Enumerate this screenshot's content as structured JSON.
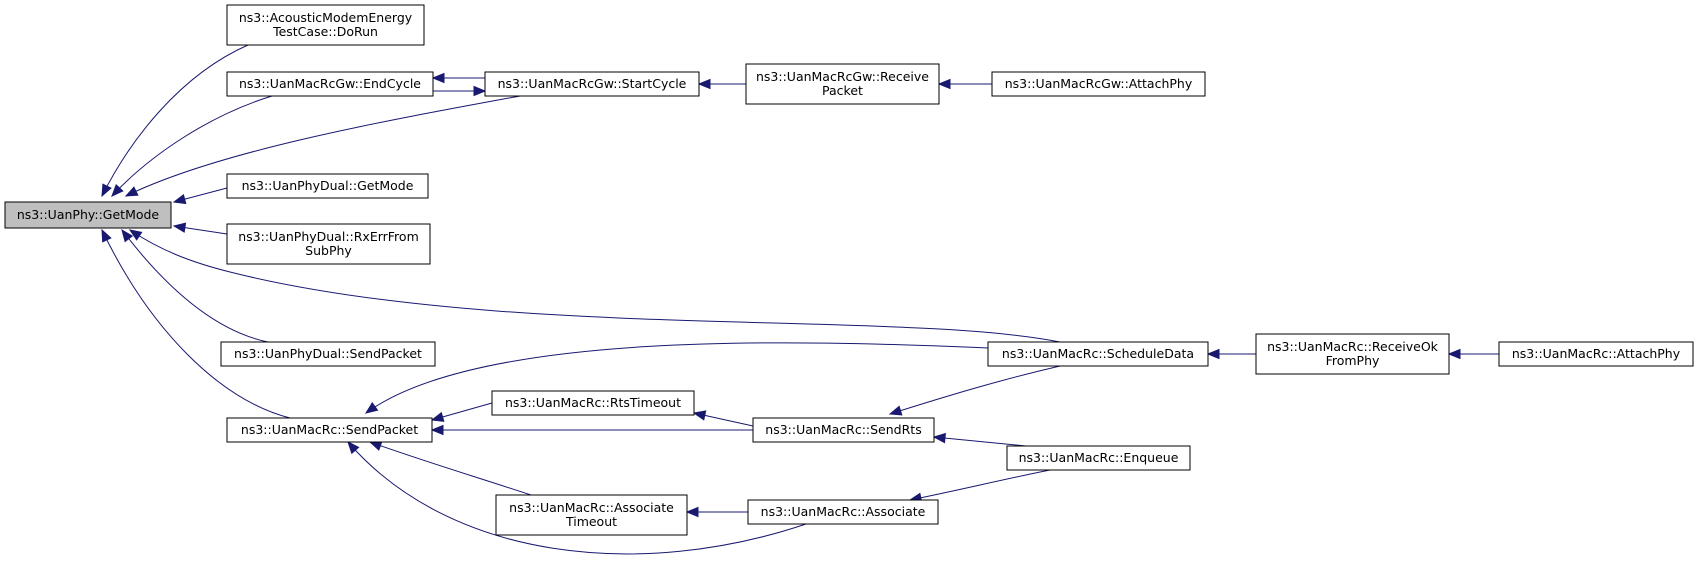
{
  "diagram": {
    "type": "doxygen-caller-graph",
    "nodes": [
      {
        "id": "getmode",
        "lines": [
          "ns3::UanPhy::GetMode"
        ],
        "root": true
      },
      {
        "id": "acoustic",
        "lines": [
          "ns3::AcousticModemEnergy",
          "TestCase::DoRun"
        ]
      },
      {
        "id": "endcycle",
        "lines": [
          "ns3::UanMacRcGw::EndCycle"
        ]
      },
      {
        "id": "startcycle",
        "lines": [
          "ns3::UanMacRcGw::StartCycle"
        ]
      },
      {
        "id": "gwreceive",
        "lines": [
          "ns3::UanMacRcGw::Receive",
          "Packet"
        ]
      },
      {
        "id": "gwattach",
        "lines": [
          "ns3::UanMacRcGw::AttachPhy"
        ]
      },
      {
        "id": "dualgetmode",
        "lines": [
          "ns3::UanPhyDual::GetMode"
        ]
      },
      {
        "id": "rxerr",
        "lines": [
          "ns3::UanPhyDual::RxErrFrom",
          "SubPhy"
        ]
      },
      {
        "id": "dualsend",
        "lines": [
          "ns3::UanPhyDual::SendPacket"
        ]
      },
      {
        "id": "rcsend",
        "lines": [
          "ns3::UanMacRc::SendPacket"
        ]
      },
      {
        "id": "scheduledata",
        "lines": [
          "ns3::UanMacRc::ScheduleData"
        ]
      },
      {
        "id": "receiveok",
        "lines": [
          "ns3::UanMacRc::ReceiveOk",
          "FromPhy"
        ]
      },
      {
        "id": "rcattach",
        "lines": [
          "ns3::UanMacRc::AttachPhy"
        ]
      },
      {
        "id": "rtstimeout",
        "lines": [
          "ns3::UanMacRc::RtsTimeout"
        ]
      },
      {
        "id": "sendrts",
        "lines": [
          "ns3::UanMacRc::SendRts"
        ]
      },
      {
        "id": "enqueue",
        "lines": [
          "ns3::UanMacRc::Enqueue"
        ]
      },
      {
        "id": "assoctimeout",
        "lines": [
          "ns3::UanMacRc::Associate",
          "Timeout"
        ]
      },
      {
        "id": "associate",
        "lines": [
          "ns3::UanMacRc::Associate"
        ]
      }
    ],
    "edges": [
      {
        "from": "acoustic",
        "to": "getmode"
      },
      {
        "from": "endcycle",
        "to": "getmode"
      },
      {
        "from": "startcycle",
        "to": "getmode"
      },
      {
        "from": "dualgetmode",
        "to": "getmode"
      },
      {
        "from": "rxerr",
        "to": "getmode"
      },
      {
        "from": "dualsend",
        "to": "getmode"
      },
      {
        "from": "rcsend",
        "to": "getmode"
      },
      {
        "from": "scheduledata",
        "to": "getmode"
      },
      {
        "from": "startcycle",
        "to": "endcycle"
      },
      {
        "from": "endcycle",
        "to": "startcycle"
      },
      {
        "from": "gwreceive",
        "to": "startcycle"
      },
      {
        "from": "gwattach",
        "to": "gwreceive"
      },
      {
        "from": "receiveok",
        "to": "scheduledata"
      },
      {
        "from": "rcattach",
        "to": "receiveok"
      },
      {
        "from": "scheduledata",
        "to": "rcsend"
      },
      {
        "from": "rtstimeout",
        "to": "rcsend"
      },
      {
        "from": "sendrts",
        "to": "rcsend"
      },
      {
        "from": "assoctimeout",
        "to": "rcsend"
      },
      {
        "from": "associate",
        "to": "rcsend"
      },
      {
        "from": "sendrts",
        "to": "rtstimeout"
      },
      {
        "from": "scheduledata",
        "to": "sendrts"
      },
      {
        "from": "enqueue",
        "to": "sendrts"
      },
      {
        "from": "enqueue",
        "to": "associate"
      },
      {
        "from": "associate",
        "to": "assoctimeout"
      }
    ]
  }
}
